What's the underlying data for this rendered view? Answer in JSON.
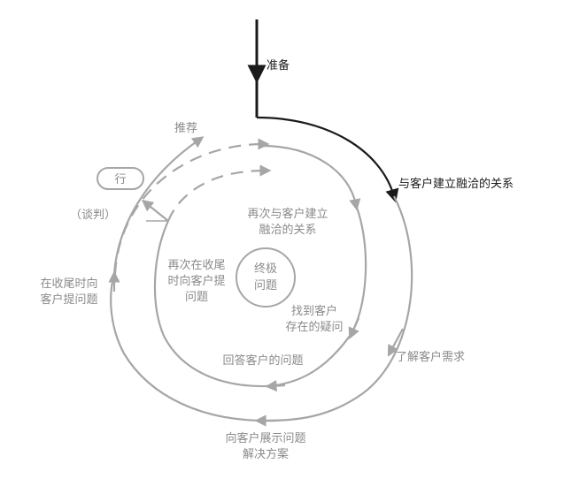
{
  "labels": {
    "prepare": "准备",
    "build_rapport": "与客户建立融洽的关系",
    "rebuild_rapport_1": "再次与客户建立",
    "rebuild_rapport_2": "融洽的关系",
    "ultimate_1": "终极",
    "ultimate_2": "问题",
    "find_doubts_1": "找到客户",
    "find_doubts_2": "存在的疑问",
    "understand_needs": "了解客户需求",
    "answer_questions": "回答客户的问题",
    "present_solution_1": "向客户展示问题",
    "present_solution_2": "解决方案",
    "ask_again_1": "再次在收尾",
    "ask_again_2": "时向客户提",
    "ask_again_3": "问题",
    "ask_closing_1": "在收尾时向",
    "ask_closing_2": "客户提问题",
    "negotiate": "（谈判）",
    "action": "行",
    "recommend": "推荐"
  },
  "colors": {
    "gray": "#a6a6a6",
    "dark": "#1a1a1a",
    "label_gray": "#8a8a8a"
  }
}
